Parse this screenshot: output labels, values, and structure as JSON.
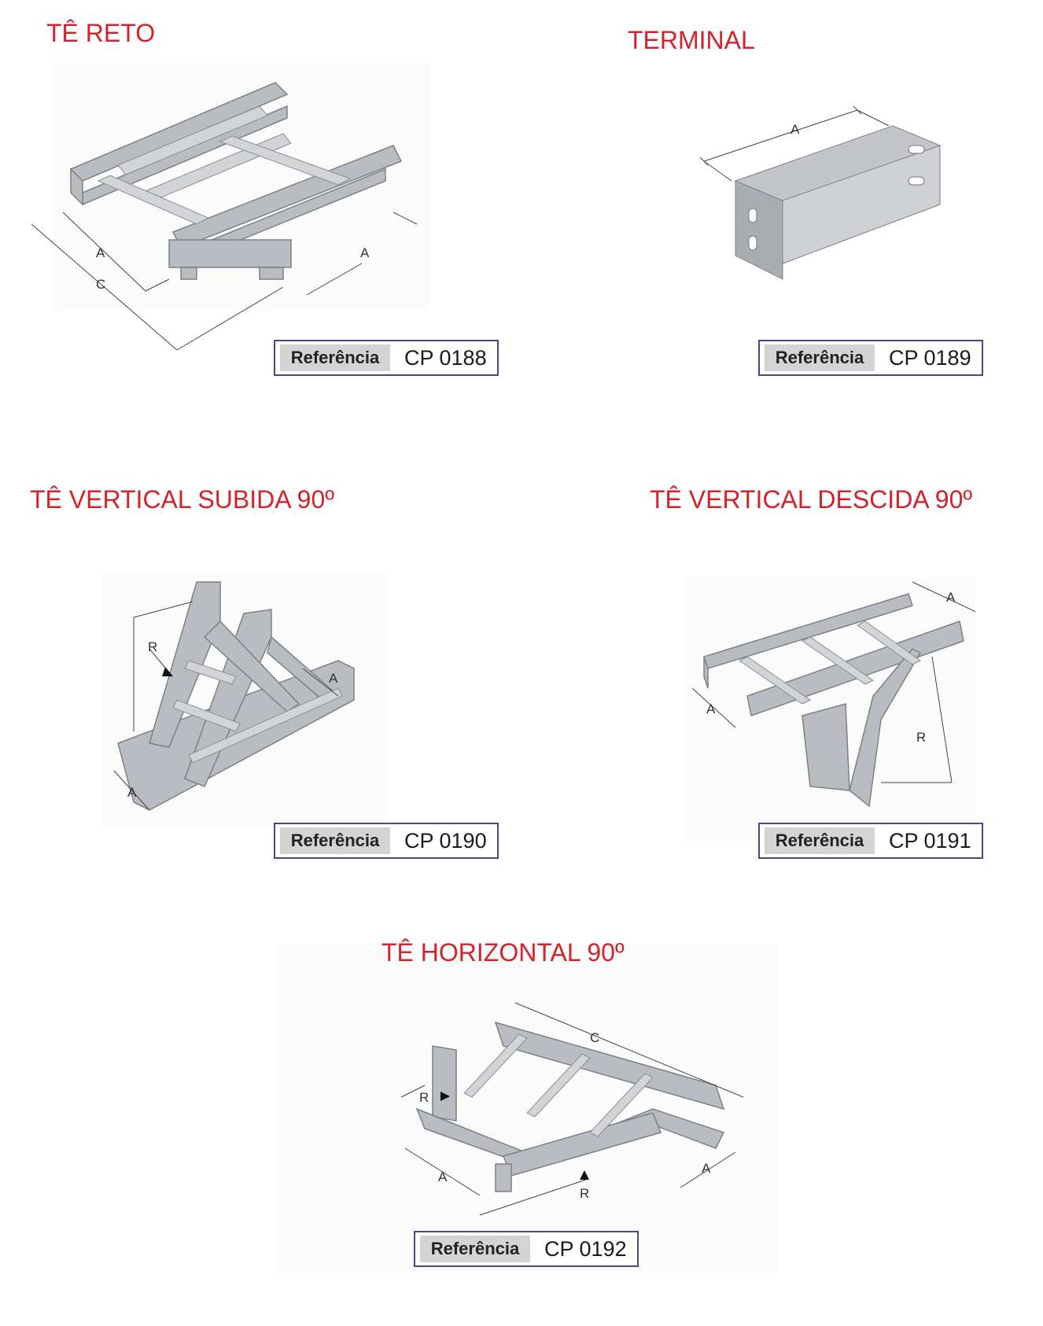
{
  "products": [
    {
      "title": "TÊ RETO",
      "ref_label": "Referência",
      "ref_code": "CP 0188",
      "dims": [
        "A",
        "C",
        "A"
      ]
    },
    {
      "title": "TERMINAL",
      "ref_label": "Referência",
      "ref_code": "CP 0189",
      "dims": [
        "A"
      ]
    },
    {
      "title": "TÊ VERTICAL SUBIDA 90º",
      "ref_label": "Referência",
      "ref_code": "CP 0190",
      "dims": [
        "R",
        "A",
        "A"
      ]
    },
    {
      "title": "TÊ VERTICAL DESCIDA 90º",
      "ref_label": "Referência",
      "ref_code": "CP 0191",
      "dims": [
        "A",
        "A",
        "R"
      ]
    },
    {
      "title": "TÊ HORIZONTAL 90º",
      "ref_label": "Referência",
      "ref_code": "CP 0192",
      "dims": [
        "C",
        "R",
        "A",
        "R",
        "A"
      ]
    }
  ],
  "colors": {
    "title": "#d2232a",
    "border": "#4a4585",
    "label_bg": "#d4d4d4",
    "metal": "#b9bcc0"
  }
}
